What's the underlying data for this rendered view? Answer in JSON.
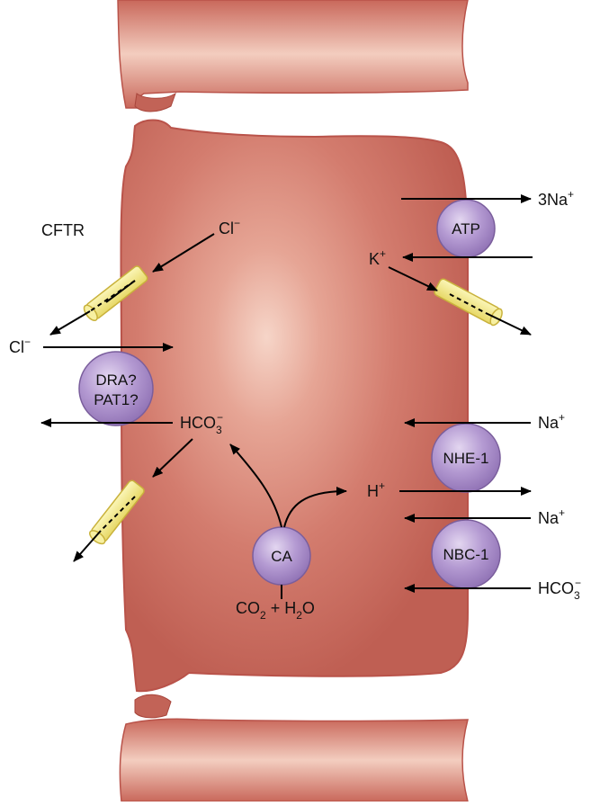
{
  "colors": {
    "cell_edge": "#b9534a",
    "cell_body": "#d47e70",
    "cell_glow": "#f6d5c8",
    "transporter": "#a98bc9",
    "transporter_edge": "#7a5e9c",
    "channel": "#f3ec8a",
    "channel_edge": "#c9b23c",
    "arrow": "#000000"
  },
  "labels": {
    "cftr": "CFTR",
    "cl_top_base": "Cl",
    "cl_top_sup": "−",
    "cl_left_base": "Cl",
    "cl_left_sup": "−",
    "hco3_mid_base": "HCO",
    "hco3_mid_sub": "3",
    "hco3_mid_sup": "−",
    "h_base": "H",
    "h_sup": "+",
    "na3_base": "3Na",
    "na3_sup": "+",
    "k_base": "K",
    "k_sup": "+",
    "na1_base": "Na",
    "na1_sup": "+",
    "na2_base": "Na",
    "na2_sup": "+",
    "hco3_right_base": "HCO",
    "hco3_right_sub": "3",
    "hco3_right_sup": "−",
    "co2_a": "CO",
    "co2_sub": "2",
    "co2_b": " + H",
    "h2o_sub": "2",
    "co2_c": "O"
  },
  "transporters": {
    "atp": "ATP",
    "dra_line1": "DRA?",
    "dra_line2": "PAT1?",
    "nhe": "NHE-1",
    "nbc": "NBC-1",
    "ca": "CA"
  }
}
